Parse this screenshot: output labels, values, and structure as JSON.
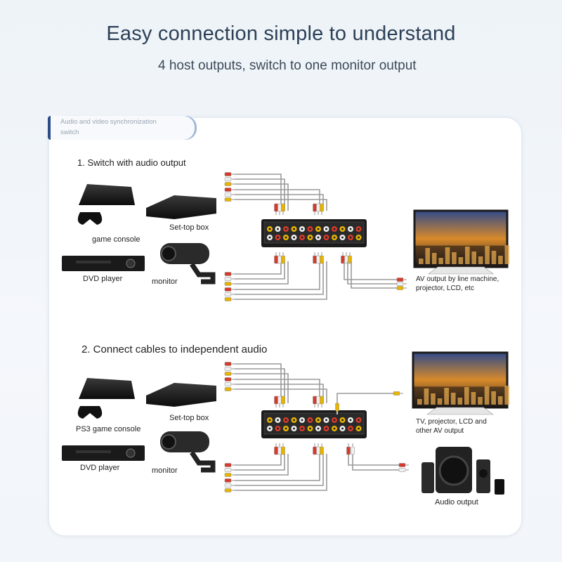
{
  "header": {
    "title": "Easy connection simple to understand",
    "subtitle": "4 host outputs, switch to one monitor output"
  },
  "tab_label_line1": "Audio and video synchronization",
  "tab_label_line2": "switch",
  "section1": {
    "heading": "1. Switch with audio output",
    "game_console": "game console",
    "set_top_box": "Set-top box",
    "dvd_player": "DVD player",
    "monitor": "monitor",
    "output_line1": "AV output by line machine,",
    "output_line2": "projector, LCD, etc"
  },
  "section2": {
    "heading": "2. Connect cables to independent audio",
    "game_console": "PS3 game console",
    "set_top_box": "Set-top box",
    "dvd_player": "DVD player",
    "monitor": "monitor",
    "tv_line1": "TV, projector, LCD and",
    "tv_line2": "other AV output",
    "audio_output": "Audio output"
  },
  "colors": {
    "cable": "#9a9a9a",
    "plug_red": "#d63a2a",
    "plug_yellow": "#e8b400",
    "plug_white": "#f0f0f0",
    "switch_body": "#1b1b1b"
  }
}
